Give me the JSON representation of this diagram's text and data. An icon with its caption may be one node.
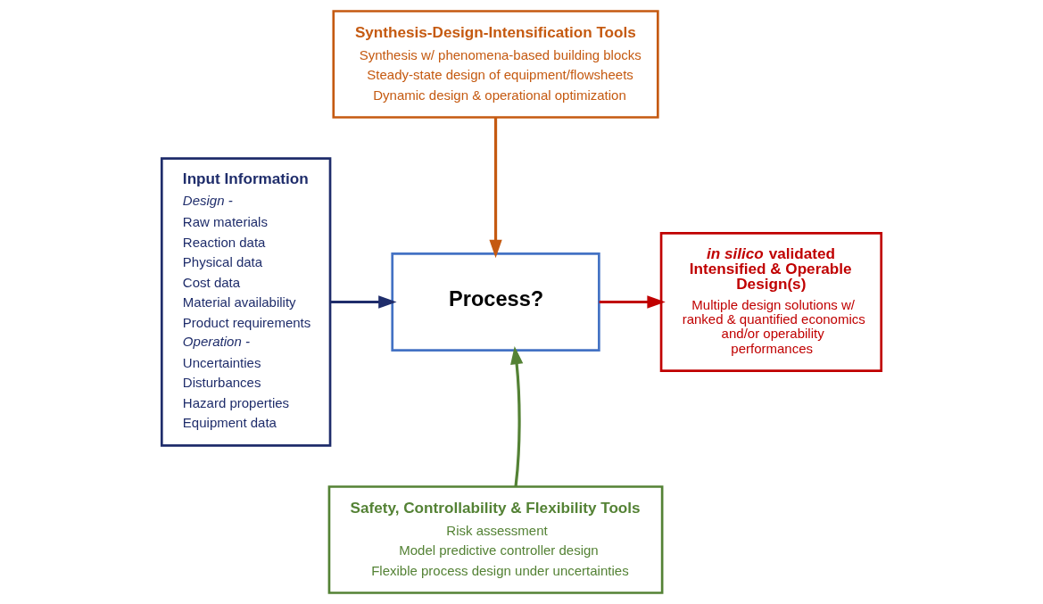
{
  "diagram": {
    "nodes": [
      {
        "text": [
          "Input Information",
          "Design -",
          "Raw materials",
          "Reaction data",
          "Physical data",
          "Cost data",
          "Material availability",
          "Product requirements",
          "Operation -",
          "Uncertainties",
          "Disturbances",
          "Hazard properties",
          "Equipment data"
        ]
      },
      {
        "text": [
          "Synthesis-Design-Intensification Tools",
          "Synthesis w/ phenomena-based building blocks",
          "Steady-state design of equipment/flowsheets",
          "Dynamic design & operational optimization"
        ]
      },
      {
        "text": [
          "Process?"
        ]
      },
      {
        "text": [
          "Safety, Controllability & Flexibility Tools",
          "Risk assessment",
          "Model predictive controller design",
          "Flexible process design under uncertainties"
        ]
      },
      {
        "text": [
          "*in silico* validated Intensified & Operable Design(s)",
          "Multiple design solutions w/ ranked & quantified economics and/or operability performances"
        ]
      }
    ],
    "edges": [
      {
        "from": 0,
        "to": 2,
        "arrow": "to",
        "color": "#1f2d6b"
      },
      {
        "from": 1,
        "to": 2,
        "arrow": "to",
        "color": "#c55a11"
      },
      {
        "from": 3,
        "to": 2,
        "arrow": "to",
        "color": "#548235"
      },
      {
        "from": 2,
        "to": 4,
        "arrow": "to",
        "color": "#c00000"
      }
    ]
  }
}
